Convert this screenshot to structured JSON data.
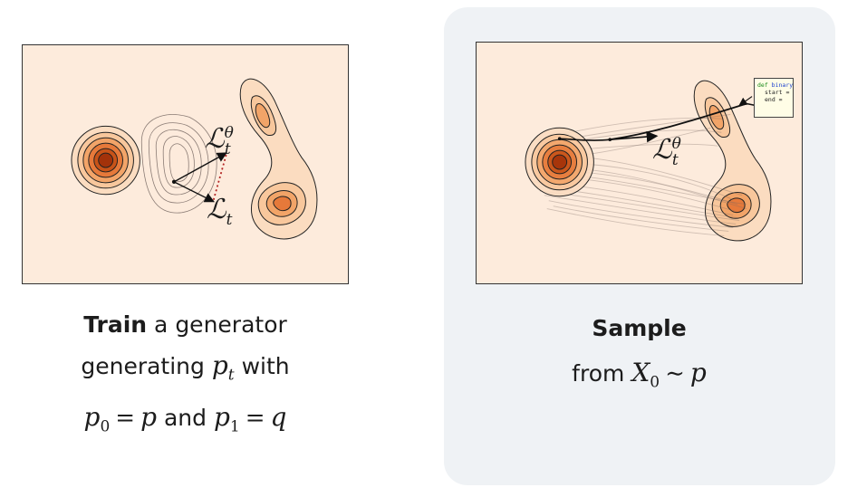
{
  "left_panel": {
    "caption_line1_bold": "Train",
    "caption_line1_rest": "a generator",
    "caption_line2_text": "generating",
    "caption_line2_var": "p",
    "caption_line2_sub": "t",
    "caption_line2_after": "with",
    "caption_line3_var1": "p",
    "caption_line3_sub1": "0",
    "caption_line3_eq1": "=",
    "caption_line3_rhs1": "p",
    "caption_line3_and": "and",
    "caption_line3_var2": "p",
    "caption_line3_sub2": "1",
    "caption_line3_eq2": "=",
    "caption_line3_rhs2": "q",
    "label_model_loss": "ℒ",
    "label_model_loss_sup": "θ",
    "label_model_loss_sub": "t",
    "label_target_loss": "ℒ",
    "label_target_loss_sub": "t"
  },
  "right_panel": {
    "caption_line1_bold": "Sample",
    "caption_line2_text": "from",
    "caption_line2_var": "X",
    "caption_line2_sub": "0",
    "caption_line2_rel": "∼",
    "caption_line2_rhs": "p",
    "label_model_loss": "ℒ",
    "label_model_loss_sup": "θ",
    "label_model_loss_sub": "t",
    "code_line1_kw": "def",
    "code_line1_fn": "binary",
    "code_line2": "start =",
    "code_line3": "end ="
  },
  "colors": {
    "panel_background": "#eff2f5",
    "plot_background": "#fdebdc",
    "density_fill_dark": "#a3320a",
    "density_fill_mid": "#f08a3c",
    "density_fill_light": "#f7c391",
    "dotted_arrow": "#b22222"
  }
}
